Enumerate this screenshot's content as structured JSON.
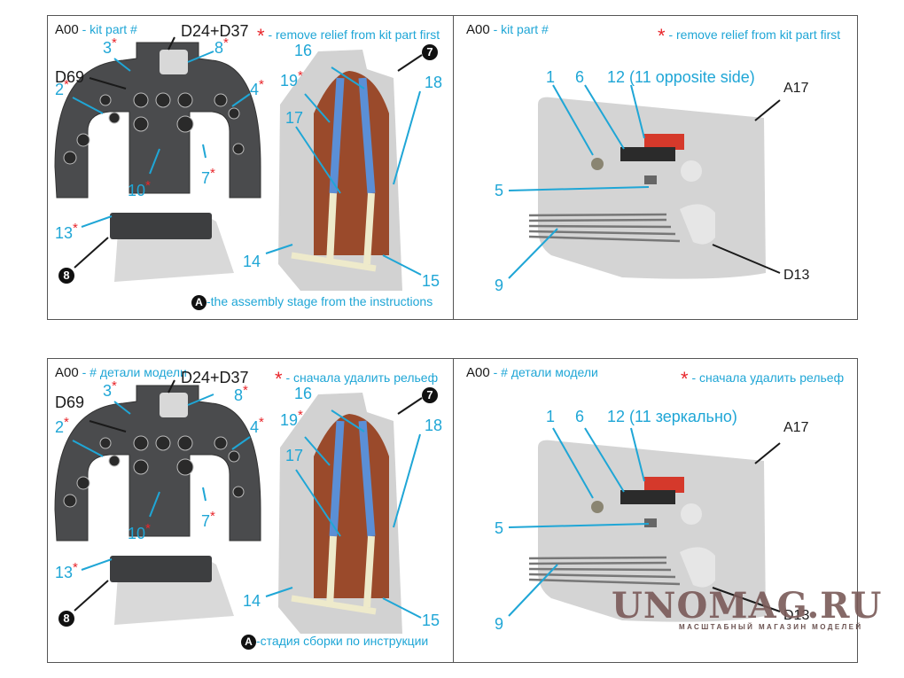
{
  "panels": [
    {
      "id": "en-cockpit",
      "legend": {
        "code": "A00",
        "code_desc": " - kit part #",
        "star_desc": " - remove relief from kit part first"
      },
      "callouts": {
        "d24_d37": "D24+D37",
        "n3": "3",
        "n8": "8",
        "d69": "D69",
        "n2": "2",
        "n4": "4",
        "n10": "10",
        "n7": "7",
        "n13": "13",
        "step8": "8",
        "n16": "16",
        "n19": "19",
        "n18": "18",
        "n17": "17",
        "n14": "14",
        "n15": "15",
        "step7": "7"
      },
      "stage_note": {
        "badge": "A",
        "text": "-the assembly stage from the instructions"
      }
    },
    {
      "id": "en-sidewall",
      "legend": {
        "code": "A00",
        "code_desc": " - kit part #",
        "star_desc": " - remove relief from kit part first"
      },
      "callouts": {
        "n1": "1",
        "n6": "6",
        "n12": "12 (11 opposite side)",
        "a17": "A17",
        "n5": "5",
        "n9": "9",
        "d13": "D13"
      }
    },
    {
      "id": "ru-cockpit",
      "legend": {
        "code": "A00",
        "code_desc": " - # детали модели",
        "star_desc": " - сначала удалить рельеф"
      },
      "callouts": {
        "d24_d37": "D24+D37",
        "n3": "3",
        "n8": "8",
        "d69": "D69",
        "n2": "2",
        "n4": "4",
        "n10": "10",
        "n7": "7",
        "n13": "13",
        "step8": "8",
        "n16": "16",
        "n19": "19",
        "n18": "18",
        "n17": "17",
        "n14": "14",
        "n15": "15",
        "step7": "7"
      },
      "stage_note": {
        "badge": "A",
        "text": "-стадия сборки по инструкции"
      }
    },
    {
      "id": "ru-sidewall",
      "legend": {
        "code": "A00",
        "code_desc": " - # детали модели",
        "star_desc": " - сначала удалить рельеф"
      },
      "callouts": {
        "n1": "1",
        "n6": "6",
        "n12": "12 (11 зеркально)",
        "a17": "A17",
        "n5": "5",
        "n9": "9",
        "d13": "D13"
      }
    }
  ],
  "star_symbol": "*",
  "watermark": {
    "title": "UNOMAG.RU",
    "subtitle": "МАСШТАБНЫЙ МАГАЗИН МОДЕЛЕЙ"
  },
  "colors": {
    "callout_blue": "#1fa6d6",
    "star_red": "#e8262b",
    "leader_black": "#1a1a1a"
  }
}
